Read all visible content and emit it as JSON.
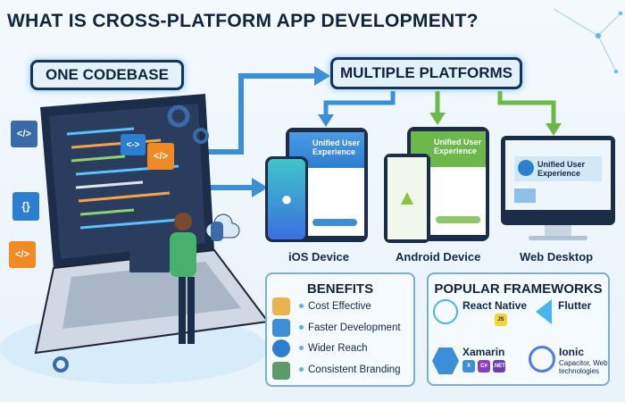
{
  "title": "WHAT IS CROSS-PLATFORM APP DEVELOPMENT?",
  "left_label": "ONE CODEBASE",
  "right_label": "MULTIPLE PLATFORMS",
  "code_icons": [
    "</>",
    "{}",
    "</>",
    "</>",
    "<->"
  ],
  "devices": [
    {
      "label": "iOS Device",
      "screen_text": "Unified User Experience",
      "accent": "#3b8fd9"
    },
    {
      "label": "Android Device",
      "screen_text": "Unified User Experience",
      "accent": "#6cb84a"
    },
    {
      "label": "Web Desktop",
      "screen_text": "Unified User Experience",
      "accent": "#3b8fd9"
    }
  ],
  "benefits": {
    "title": "BENEFITS",
    "items": [
      "Cost Effective",
      "Faster Development",
      "Wider Reach",
      "Consistent Branding"
    ]
  },
  "frameworks": {
    "title": "POPULAR FRAMEWORKS",
    "items": [
      {
        "name": "React Native",
        "chips": [
          "JS"
        ]
      },
      {
        "name": "Flutter"
      },
      {
        "name": "Xamarin",
        "chips": [
          "X",
          "C#",
          ".NET"
        ]
      },
      {
        "name": "Ionic",
        "subtitle": "Capacitor, Web technologies"
      }
    ]
  }
}
